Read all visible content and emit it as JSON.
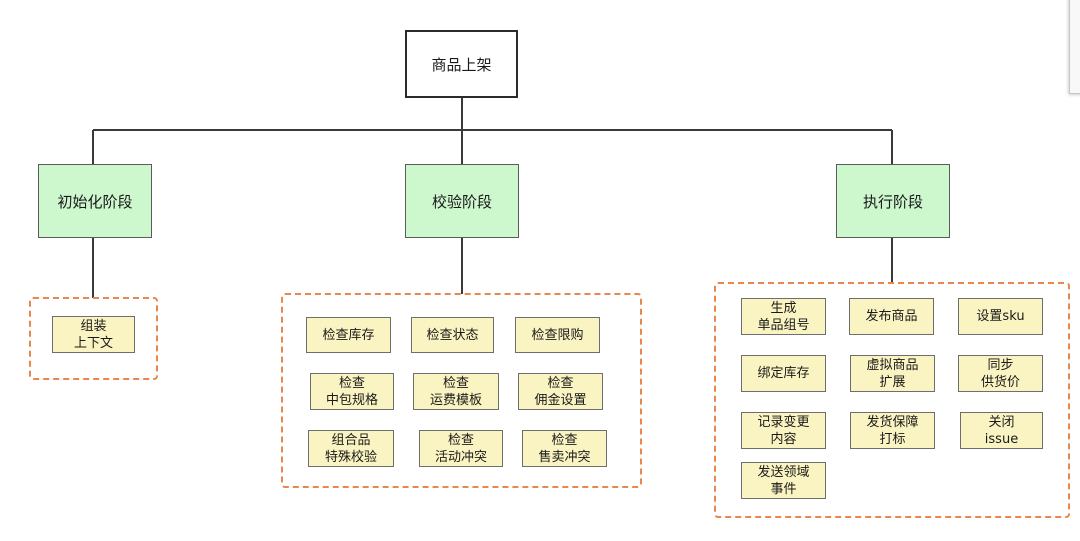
{
  "root": {
    "label": "商品上架"
  },
  "stages": [
    {
      "label": "初始化阶段"
    },
    {
      "label": "校验阶段"
    },
    {
      "label": "执行阶段"
    }
  ],
  "init_tasks": [
    {
      "label": "组装\n上下文"
    }
  ],
  "validate_tasks": [
    {
      "label": "检查库存"
    },
    {
      "label": "检查状态"
    },
    {
      "label": "检查限购"
    },
    {
      "label": "检查\n中包规格"
    },
    {
      "label": "检查\n运费模板"
    },
    {
      "label": "检查\n佣金设置"
    },
    {
      "label": "组合品\n特殊校验"
    },
    {
      "label": "检查\n活动冲突"
    },
    {
      "label": "检查\n售卖冲突"
    }
  ],
  "exec_tasks": [
    {
      "label": "生成\n单品组号"
    },
    {
      "label": "发布商品"
    },
    {
      "label": "设置sku"
    },
    {
      "label": "绑定库存"
    },
    {
      "label": "虚拟商品\n扩展"
    },
    {
      "label": "同步\n供货价"
    },
    {
      "label": "记录变更\n内容"
    },
    {
      "label": "发货保障\n打标"
    },
    {
      "label": "关闭\nissue"
    },
    {
      "label": "发送领域\n事件"
    }
  ]
}
